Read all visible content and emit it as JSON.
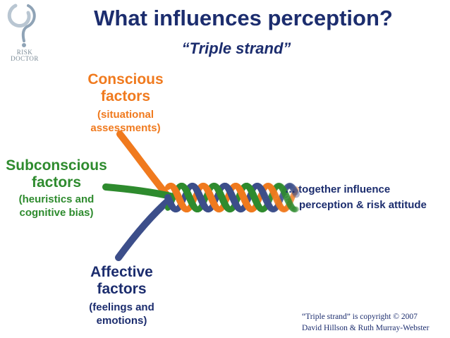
{
  "logo": {
    "line1": "RISK",
    "line2": "DOCTOR"
  },
  "title": "What influences perception?",
  "subtitle": "“Triple strand”",
  "conscious": {
    "title1": "Conscious",
    "title2": "factors",
    "sub1": "(situational",
    "sub2": "assessments)"
  },
  "subconscious": {
    "title1": "Subconscious",
    "title2": "factors",
    "sub1": "(heuristics and",
    "sub2": "cognitive bias)"
  },
  "affective": {
    "title1": "Affective",
    "title2": "factors",
    "sub1": "(feelings and",
    "sub2": "emotions)"
  },
  "together": {
    "line1": "… together influence",
    "line2": "perception & risk attitude"
  },
  "copyright": {
    "line1": "“Triple strand” is copyright © 2007",
    "line2": "David Hillson & Ruth Murray-Webster"
  },
  "colors": {
    "orange": "#f07a1e",
    "green": "#2e8b2e",
    "navy": "#1c2d6e",
    "slate": "#3c4e8a"
  }
}
